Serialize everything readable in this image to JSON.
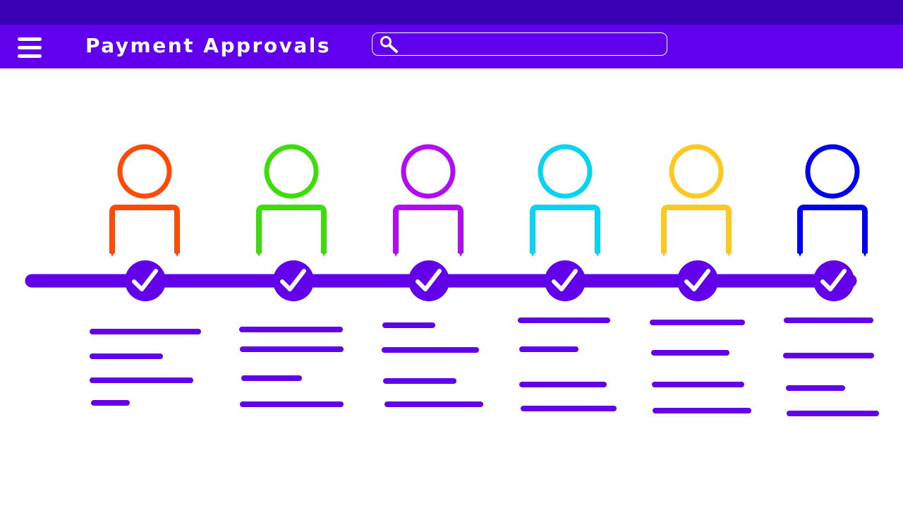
{
  "app": {
    "title": "Payment Approvals",
    "menu_icon": "hamburger-menu-icon",
    "search": {
      "icon": "search-icon",
      "placeholder": "",
      "value": ""
    }
  },
  "colors": {
    "status_bar": "#3a00b4",
    "app_bar": "#6000ec",
    "accent": "#6200ea",
    "text_on_bar": "#ffffff"
  },
  "timeline": {
    "check_icon": "check-icon",
    "approvers": [
      {
        "color": "#ff4a08",
        "status": "approved"
      },
      {
        "color": "#3ddc0b",
        "status": "approved"
      },
      {
        "color": "#b10cf2",
        "status": "approved"
      },
      {
        "color": "#06d5f2",
        "status": "approved"
      },
      {
        "color": "#fcc822",
        "status": "approved"
      },
      {
        "color": "#0000ee",
        "status": "approved"
      }
    ]
  }
}
